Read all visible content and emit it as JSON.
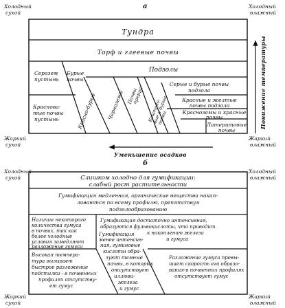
{
  "diagram_a": {
    "label": "а",
    "corners": {
      "top_left": [
        "Холодный",
        "сухой"
      ],
      "top_right": [
        "Холодный",
        "влажный"
      ],
      "bottom_left": [
        "Жаркий",
        "сухой"
      ],
      "bottom_right": [
        "Жаркий",
        "влажный"
      ]
    },
    "zones": {
      "tundra": "Тундра",
      "peat": "Торф и глеевые почвы",
      "podzols": "Подзолы",
      "serozem": [
        "Серозем",
        "пустынь"
      ],
      "brown": [
        "Бурые",
        "почвы"
      ],
      "gray_brown": [
        "Серые и бурые почвы",
        "подзола"
      ],
      "red_yellow": [
        "Красные и желтые",
        "почвы подзола"
      ],
      "reddish": [
        "Красновa-",
        "тые почвы",
        "пустынь"
      ],
      "red_brown": "Красно-бурые",
      "chernozem": "Черноземы",
      "prairie": [
        "Почвы",
        "прерий"
      ],
      "chestnut": [
        "Каштано-",
        "вые и бурые",
        "почвы"
      ],
      "krasnozem": [
        "Красноземы и красные",
        "почвы"
      ],
      "laterite": [
        "Латеритовые",
        "почвы"
      ]
    },
    "x_axis_label": "Уменьшение осадков",
    "y_axis_label": "Понижение температуры"
  },
  "diagram_b": {
    "label": "б",
    "corners": {
      "top_left": [
        "Холодный",
        "сухой"
      ],
      "top_right": [
        "Холодный",
        "влажный"
      ],
      "bottom_left": [
        "Жаркий",
        "сухой"
      ],
      "bottom_right": [
        "Жаркий",
        "влажный"
      ]
    },
    "zones": {
      "cold": [
        "Слишком холодно для гумификации:",
        "слабый рост растительности"
      ],
      "slow": [
        "Гумификация медленная, органические вещества накап-",
        "ливаются по всему профилю, препятствуя",
        "подзолообразованию"
      ],
      "some": [
        "Наличие некоторого",
        "количества гумуса",
        "в почвах, так как",
        "более холодные",
        "условия замедляют",
        "разложение гумуса"
      ],
      "intensive": [
        "Гумификация достаточно интенсивная,",
        "образуются фульвокислоты, что приводит",
        "к накоплению     железа",
        "и гумуса"
      ],
      "less": [
        "Гумификация",
        "менее интенсив-",
        "ная, гуминовые",
        "кислоты обра-",
        "зуют темные",
        "почвы, в которых",
        "отсутствует",
        "иллюви-",
        "железа",
        "и гумус"
      ],
      "high_temp": [
        "Высокая темпера-",
        "тура вызывает",
        "быстрое разложение",
        "подстилки - в почвенных",
        "профилях отсутству-",
        "ет гумус"
      ],
      "fast": [
        "Разложение гумуса превы-",
        "шает скорость его образо-",
        "вания-в почвенных профилях",
        "отсутствует гумус"
      ]
    }
  }
}
